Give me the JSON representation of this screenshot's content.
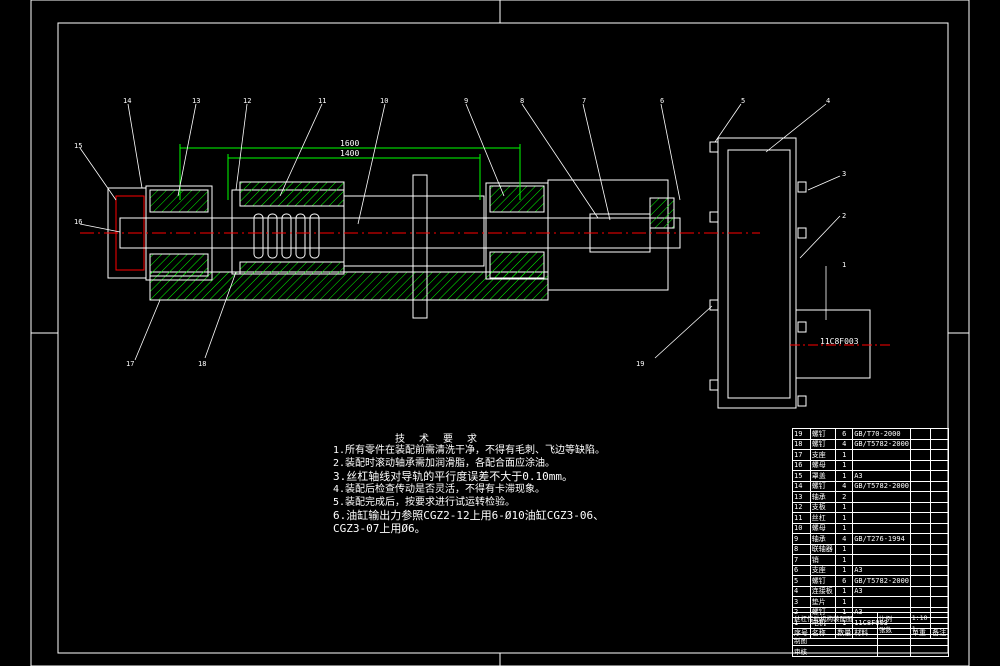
{
  "part_labels": [
    "1",
    "2",
    "3",
    "4",
    "5",
    "6",
    "7",
    "8",
    "9",
    "10",
    "11",
    "12",
    "13",
    "14",
    "15",
    "16",
    "17",
    "18",
    "19"
  ],
  "dimensions": {
    "outer": "1600",
    "inner": "1400"
  },
  "motor_label": "11C8F003",
  "notes": {
    "title": "技 术 要 求",
    "items": [
      "1.所有零件在装配前需清洗干净，不得有毛刺、飞边等缺陷。",
      "2.装配时滚动轴承需加润滑脂，各配合面应涂油。",
      "3.丝杠轴线对导轨的平行度误差不大于0.10mm。",
      "4.装配后检查传动是否灵活，不得有卡滞现象。",
      "5.装配完成后，按要求进行试运转检验。",
      "6.油缸输出力参照CGZ2-12上用6-Ø10油缸CGZ3-06、",
      "CGZ3-07上用Ø6。"
    ]
  },
  "bom": [
    [
      "19",
      "螺钉",
      "6",
      "GB/T70-2000",
      "",
      ""
    ],
    [
      "18",
      "螺钉",
      "4",
      "GB/T5782-2000",
      "",
      ""
    ],
    [
      "17",
      "支座",
      "1",
      "",
      "",
      ""
    ],
    [
      "16",
      "螺母",
      "1",
      "",
      "",
      ""
    ],
    [
      "15",
      "罩盖",
      "1",
      "A3",
      "",
      ""
    ],
    [
      "14",
      "螺钉",
      "4",
      "GB/T5782-2000",
      "",
      ""
    ],
    [
      "13",
      "轴承",
      "2",
      "",
      "",
      ""
    ],
    [
      "12",
      "支板",
      "1",
      "",
      "",
      ""
    ],
    [
      "11",
      "丝杠",
      "1",
      "",
      "",
      ""
    ],
    [
      "10",
      "螺母",
      "1",
      "",
      "",
      ""
    ],
    [
      "9",
      "轴承",
      "4",
      "GB/T276-1994",
      "",
      ""
    ],
    [
      "8",
      "联轴器",
      "1",
      "",
      "",
      ""
    ],
    [
      "7",
      "销",
      "1",
      "",
      "",
      ""
    ],
    [
      "6",
      "支座",
      "1",
      "A3",
      "",
      ""
    ],
    [
      "5",
      "螺钉",
      "6",
      "GB/T5782-2000",
      "",
      ""
    ],
    [
      "4",
      "连接板",
      "1",
      "A3",
      "",
      ""
    ],
    [
      "3",
      "垫片",
      "1",
      "",
      "",
      ""
    ],
    [
      "2",
      "螺钉",
      "1",
      "A3",
      "",
      ""
    ],
    [
      "1",
      "电机",
      "1",
      "11C8F003",
      "",
      ""
    ],
    [
      "序号",
      "名称",
      "数量",
      "材料",
      "单重",
      "备注"
    ]
  ],
  "title_block": {
    "drawing_name": "丝杠传动机构装配图",
    "scale_label": "比例",
    "scale": "1:10",
    "sheet_label": "张数",
    "sheet": "1",
    "drawn_label": "制图",
    "checked_label": "审核"
  }
}
